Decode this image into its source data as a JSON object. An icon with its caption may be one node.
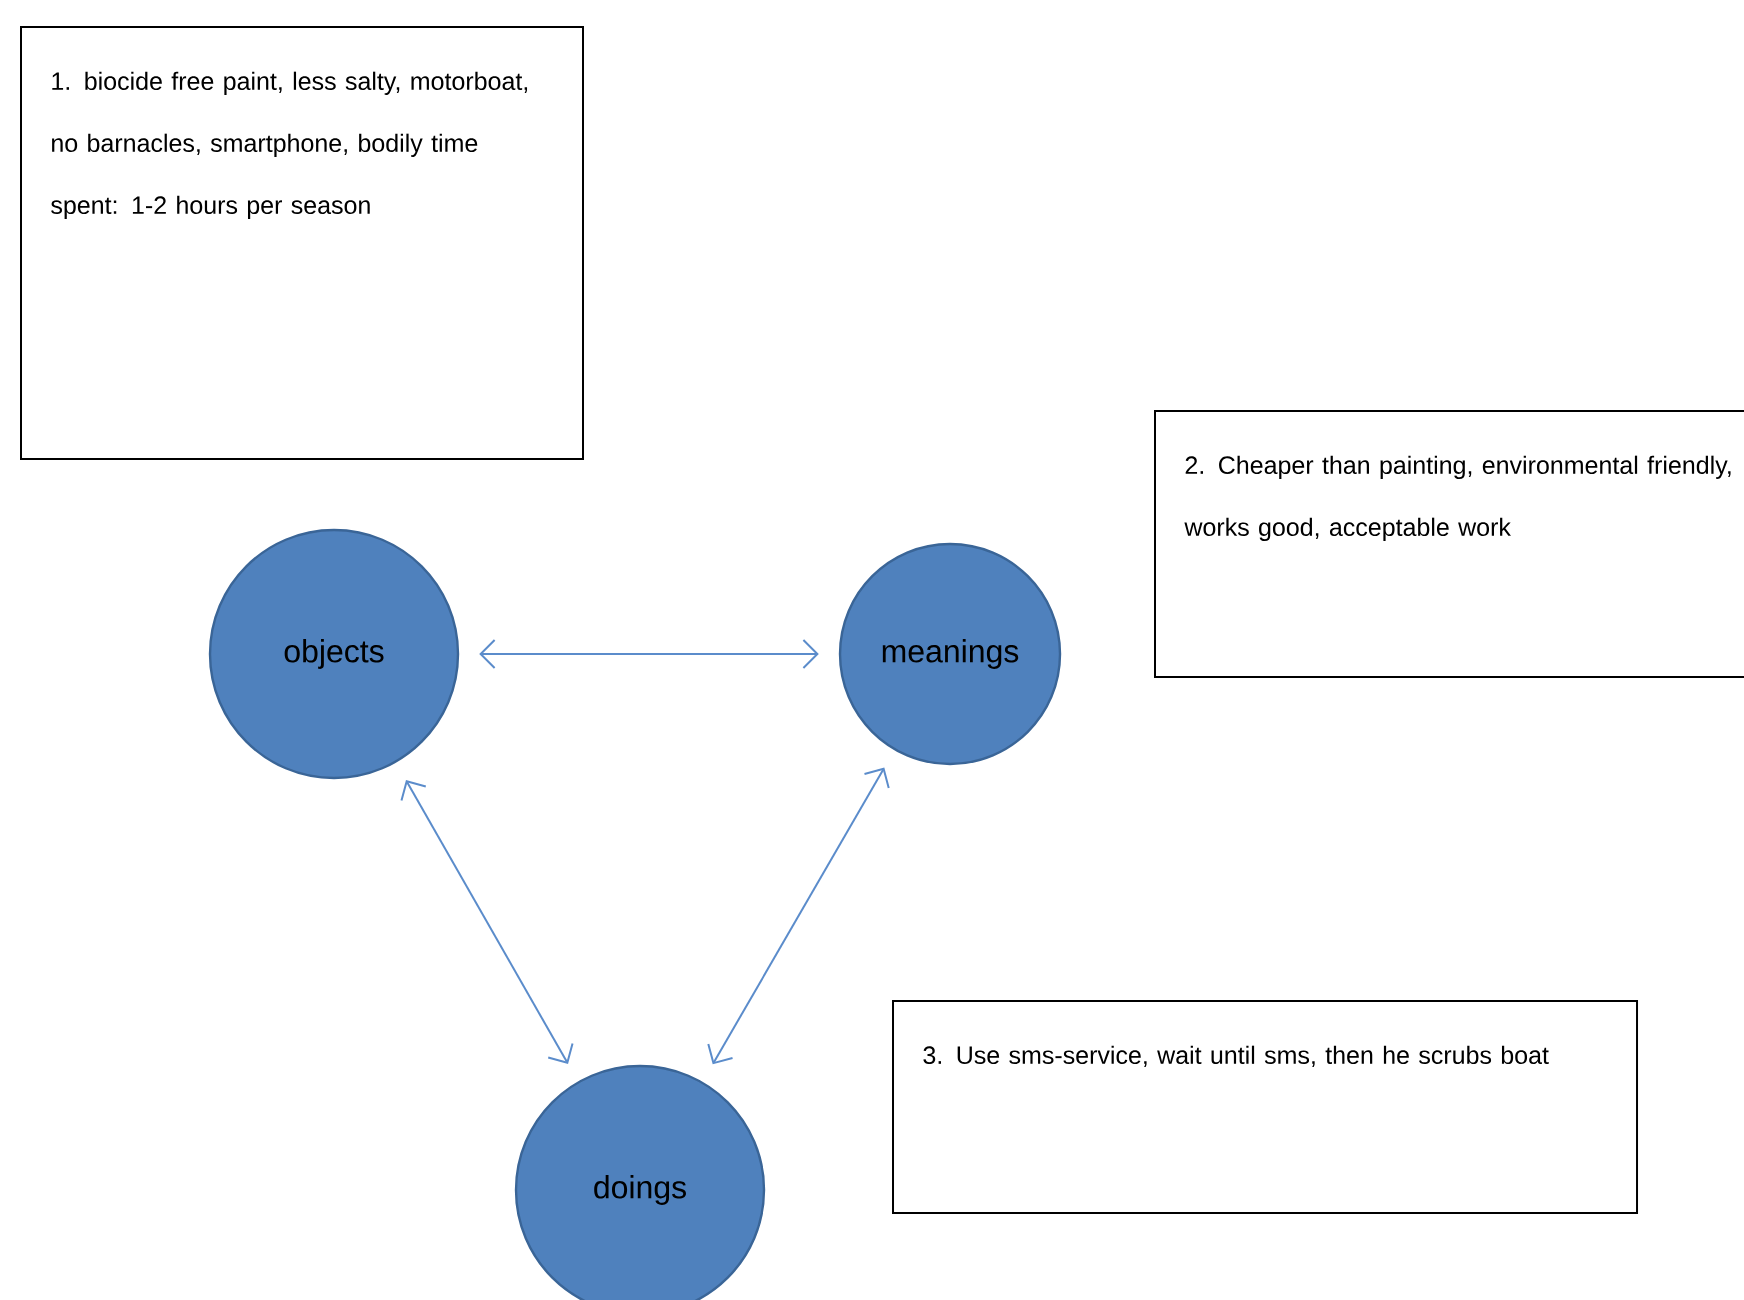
{
  "diagram": {
    "nodes": [
      {
        "text": [
          "1. biocide free paint, less salty, motorboat, no barnacles, smartphone, bodily time spent: 1-2 hours per season"
        ]
      },
      {
        "text": [
          "2. Cheaper than painting, environmental friendly, works good, acceptable work"
        ]
      },
      {
        "text": [
          "3. Use sms-service, wait until sms, then he scrubs boat"
        ]
      },
      {
        "text": [
          "objects"
        ]
      },
      {
        "text": [
          "meanings"
        ]
      },
      {
        "text": [
          "doings"
        ]
      }
    ],
    "edges": [
      {
        "from": 3,
        "to": 4,
        "arrow": "both"
      },
      {
        "from": 3,
        "to": 5,
        "arrow": "both"
      },
      {
        "from": 4,
        "to": 5,
        "arrow": "both"
      }
    ]
  }
}
